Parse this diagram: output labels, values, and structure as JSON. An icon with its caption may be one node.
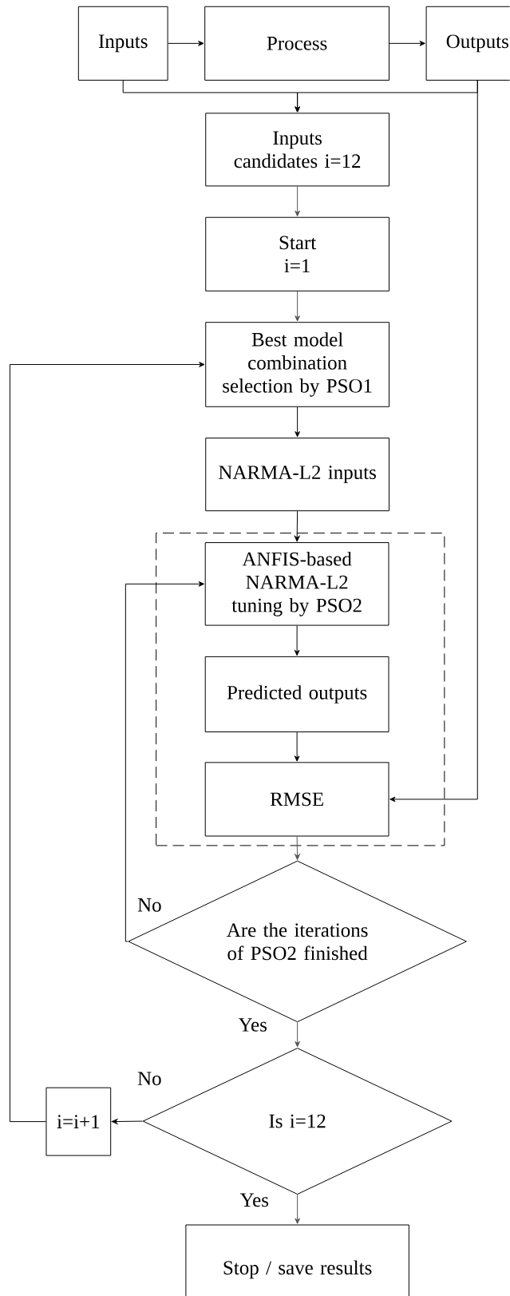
{
  "diagram": {
    "nodes": [
      {
        "text": [
          "Inputs"
        ]
      },
      {
        "text": [
          "Process"
        ]
      },
      {
        "text": [
          "Outputs"
        ]
      },
      {
        "text": [
          "Inputs candidates i=12"
        ]
      },
      {
        "text": [
          "Start i=1"
        ]
      },
      {
        "text": [
          "Best model combination selection by PSO1"
        ]
      },
      {
        "text": [
          "NARMA-L2 inputs"
        ]
      },
      {
        "text": [],
        "shape": "box"
      },
      {
        "text": [
          "ANFIS-based NARMA-L2 tuning by PSO2"
        ],
        "in": 7
      },
      {
        "text": [
          "Predicted outputs"
        ],
        "in": 7
      },
      {
        "text": [
          "RMSE"
        ],
        "in": 7
      },
      {
        "text": [
          "Are the iterations of PSO2 finished"
        ]
      },
      {
        "text": [
          "Is i=12"
        ]
      },
      {
        "text": [
          "i=i+1"
        ]
      },
      {
        "text": [
          "Stop / save results"
        ]
      }
    ],
    "edges": [
      {
        "from": 0,
        "to": 1,
        "arrow": "to"
      },
      {
        "from": 1,
        "to": 2,
        "arrow": "to"
      },
      {
        "from": 0,
        "to": 3,
        "arrow": "to"
      },
      {
        "from": 2,
        "to": 3,
        "arrow": "to"
      },
      {
        "from": 2,
        "to": 10,
        "arrow": "to"
      },
      {
        "from": 3,
        "to": 4,
        "arrow": "to",
        "color": "#555555"
      },
      {
        "from": 4,
        "to": 5,
        "arrow": "to",
        "color": "#555555"
      },
      {
        "from": 5,
        "to": 6,
        "arrow": "to"
      },
      {
        "from": 6,
        "to": 8,
        "arrow": "to"
      },
      {
        "from": 8,
        "to": 9,
        "arrow": "to"
      },
      {
        "from": 9,
        "to": 10,
        "arrow": "to"
      },
      {
        "from": 10,
        "to": 11,
        "arrow": "to",
        "color": "#555555"
      },
      {
        "from": 11,
        "to": 8,
        "arrow": "to",
        "label": "No"
      },
      {
        "from": 11,
        "to": 12,
        "arrow": "to",
        "label": "Yes",
        "color": "#555555"
      },
      {
        "from": 12,
        "to": 13,
        "arrow": "to",
        "label": "No"
      },
      {
        "from": 13,
        "to": 5,
        "arrow": "to"
      },
      {
        "from": 12,
        "to": 14,
        "arrow": "to",
        "label": "Yes",
        "color": "#555555"
      }
    ]
  }
}
